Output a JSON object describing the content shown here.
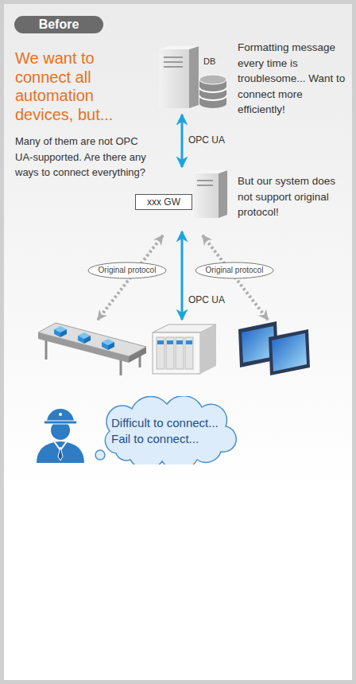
{
  "diagram": {
    "nodes": [
      {
        "text": [
          "Before"
        ]
      },
      {
        "text": [
          "DB"
        ]
      },
      {
        "text": [
          "xxx GW"
        ]
      },
      {
        "text": [
          "Original protocol"
        ]
      },
      {
        "text": [
          "Original protocol"
        ]
      },
      {
        "text": [
          "Difficult to connect... Fail to connect..."
        ]
      }
    ],
    "edges": [
      {
        "from": 1,
        "to": 2,
        "arrow": "both",
        "label": "OPC UA"
      }
    ],
    "labels": [
      "We want to connect all automation devices, but...",
      "Many of them are not OPC UA-supported. Are there any ways to connect everything?",
      "Formatting message every time is troublesome... Want to connect more efficiently!",
      "But our system does not support original protocol!",
      "OPC UA"
    ]
  }
}
